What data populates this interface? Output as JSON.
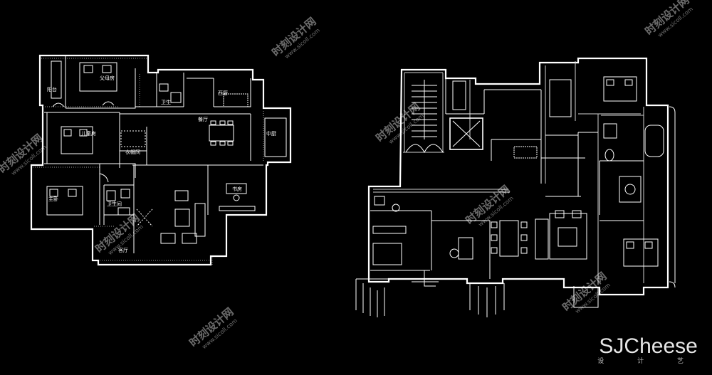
{
  "plans": {
    "left": {
      "rooms": {
        "balcony": "阳台",
        "parents_room": "父母房",
        "bath_1": "卫生",
        "kitchen": "西厨",
        "dining": "餐厅",
        "chinese_kitchen": "中厨",
        "kids_room": "儿童房",
        "closet": "衣帽间",
        "master_bedroom": "主卧",
        "master_bath": "卫生间",
        "study": "书房",
        "living_room": "客厅"
      }
    }
  },
  "watermark": {
    "text": "时刻设计网",
    "url": "www.sicoll.com"
  },
  "brand": {
    "name": "SJCheese",
    "tagline": "设 计 艺"
  },
  "colors": {
    "background": "#000000",
    "lines": "#ffffff"
  }
}
